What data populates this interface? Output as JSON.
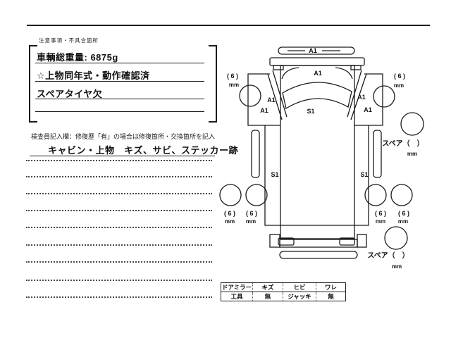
{
  "header": {
    "notes_section_label": "注意事項・不具合箇所"
  },
  "notes_box": {
    "line1": "車輌総重量: 6875g",
    "line2": "☆上物同年式・動作確認済",
    "line3": "スペアタイヤ欠"
  },
  "inspector": {
    "instruction": "検査員記入欄：修復歴「有」の場合は修復箇所・交換箇所を記入",
    "finding": "キャビン・上物　キズ、サビ、ステッカー跡"
  },
  "diagram": {
    "panel_a1": "A1",
    "surface_s1": "S1",
    "tread_depth": "( 6 )",
    "unit_mm": "mm",
    "spare_label": "スペア（　）"
  },
  "equipment_table": {
    "rows": [
      [
        "ドアミラー",
        "キズ",
        "ヒビ",
        "ワレ"
      ],
      [
        "工具",
        "無",
        "ジャッキ",
        "無"
      ]
    ]
  }
}
